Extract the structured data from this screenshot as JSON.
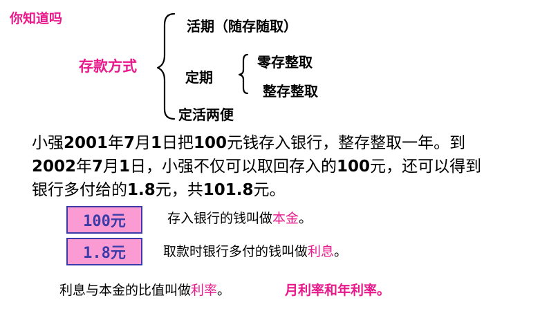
{
  "title": "你知道吗",
  "deposit": {
    "label": "存款方式",
    "current": "活期（随存随取）",
    "fixed": "定期",
    "fixed_sub": [
      "零存整取",
      "整存整取"
    ],
    "flexible": "定活两便"
  },
  "paragraph": {
    "line1": [
      {
        "t": "小强",
        "b": false
      },
      {
        "t": "2001",
        "b": true
      },
      {
        "t": "年",
        "b": false
      },
      {
        "t": "7",
        "b": true
      },
      {
        "t": "月",
        "b": false
      },
      {
        "t": "1",
        "b": true
      },
      {
        "t": "日把",
        "b": false
      },
      {
        "t": "100",
        "b": true
      },
      {
        "t": "元钱存入银行，整存整取一年。到",
        "b": false
      }
    ],
    "line2": [
      {
        "t": "2002",
        "b": true
      },
      {
        "t": "年",
        "b": false
      },
      {
        "t": "7",
        "b": true
      },
      {
        "t": "月",
        "b": false
      },
      {
        "t": "1",
        "b": true
      },
      {
        "t": "日，小强不仅可以取回存入的",
        "b": false
      },
      {
        "t": "100",
        "b": true
      },
      {
        "t": "元，还可以得到",
        "b": false
      }
    ],
    "line3": [
      {
        "t": "银行多付给的",
        "b": false
      },
      {
        "t": "1.8",
        "b": true
      },
      {
        "t": "元，共",
        "b": false
      },
      {
        "t": "101.8",
        "b": true
      },
      {
        "t": "元。",
        "b": false
      }
    ]
  },
  "definitions": {
    "principal_box": "100元",
    "principal_text": "存入银行的钱叫做",
    "principal_term": "本金",
    "principal_end": "。",
    "interest_box": "1.8元",
    "interest_text": "取款时银行多付的钱叫做",
    "interest_term": "利息",
    "interest_end": "。"
  },
  "bottom": {
    "text": "利息与本金的比值叫做",
    "term": "利率",
    "end": "。",
    "extra": "月利率和年利率。"
  },
  "colors": {
    "accent": "#e8198b",
    "box_fill": "#fa9cd3",
    "box_border": "#3c3ca8"
  }
}
